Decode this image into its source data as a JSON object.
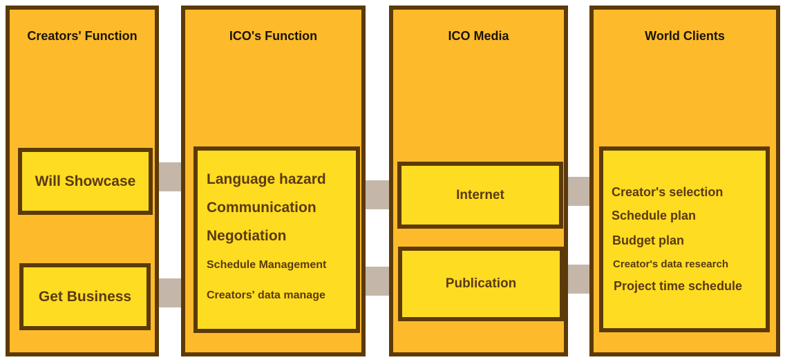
{
  "columns": [
    {
      "title": "Creators' Function"
    },
    {
      "title": "ICO's  Function"
    },
    {
      "title": "ICO Media"
    },
    {
      "title": "World Clients"
    }
  ],
  "creators": {
    "will_showcase": "Will Showcase",
    "get_business": "Get Business"
  },
  "ico_function": {
    "items": [
      "Language hazard",
      "Communication",
      "Negotiation",
      "Schedule Management",
      "Creators' data manage"
    ]
  },
  "media": {
    "internet": "Internet",
    "publication": "Publication"
  },
  "clients": {
    "items": [
      "Creator's selection",
      "Schedule plan",
      "Budget plan",
      "Creator's data research",
      "Project time schedule"
    ]
  },
  "colors": {
    "column_fill": "#fdbb2c",
    "box_fill": "#fedc22",
    "border": "#5c3a08",
    "connector": "#c4b7a9",
    "text": "#5a3a10"
  }
}
